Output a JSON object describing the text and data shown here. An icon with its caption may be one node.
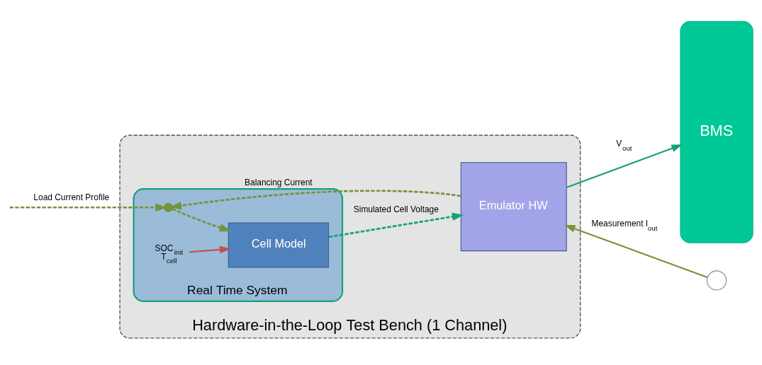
{
  "diagram": {
    "nodes": [
      {
        "text": [
          "Hardware-in-the-Loop Test Bench (1 Channel)"
        ]
      },
      {
        "text": [
          "Real Time System"
        ],
        "in": 0
      },
      {
        "text": [
          "Cell Model"
        ],
        "in": 1
      },
      {
        "text": [
          "Emulator HW"
        ],
        "in": 0
      },
      {
        "text": [
          "BMS"
        ]
      },
      {
        "text": [],
        "shape": "circle",
        "in": 1
      },
      {
        "text": [],
        "shape": "circle"
      },
      {
        "text": [
          "SOC$_{init}$ T$_{cell}$"
        ],
        "in": 1
      }
    ],
    "edges": [
      {
        "from": null,
        "to": 5,
        "arrow": "to",
        "style": "dashed",
        "label": "Load Current Profile"
      },
      {
        "from": 5,
        "to": 2,
        "arrow": "to",
        "style": "dashed"
      },
      {
        "from": 7,
        "to": 2,
        "arrow": "to",
        "color": "#c0504d"
      },
      {
        "from": 2,
        "to": 3,
        "arrow": "to",
        "style": "dashed",
        "color": "#14a07a",
        "label": "Simulated Cell Voltage"
      },
      {
        "from": 3,
        "to": 5,
        "arrow": "to",
        "style": "dashed",
        "label": "Balancing Current"
      },
      {
        "from": 3,
        "to": 4,
        "arrow": "to",
        "color": "#14a07a",
        "label": "V$_{out}$"
      },
      {
        "from": 6,
        "to": 3,
        "arrow": "to",
        "label": "Measurement I$_{out}$"
      }
    ]
  }
}
